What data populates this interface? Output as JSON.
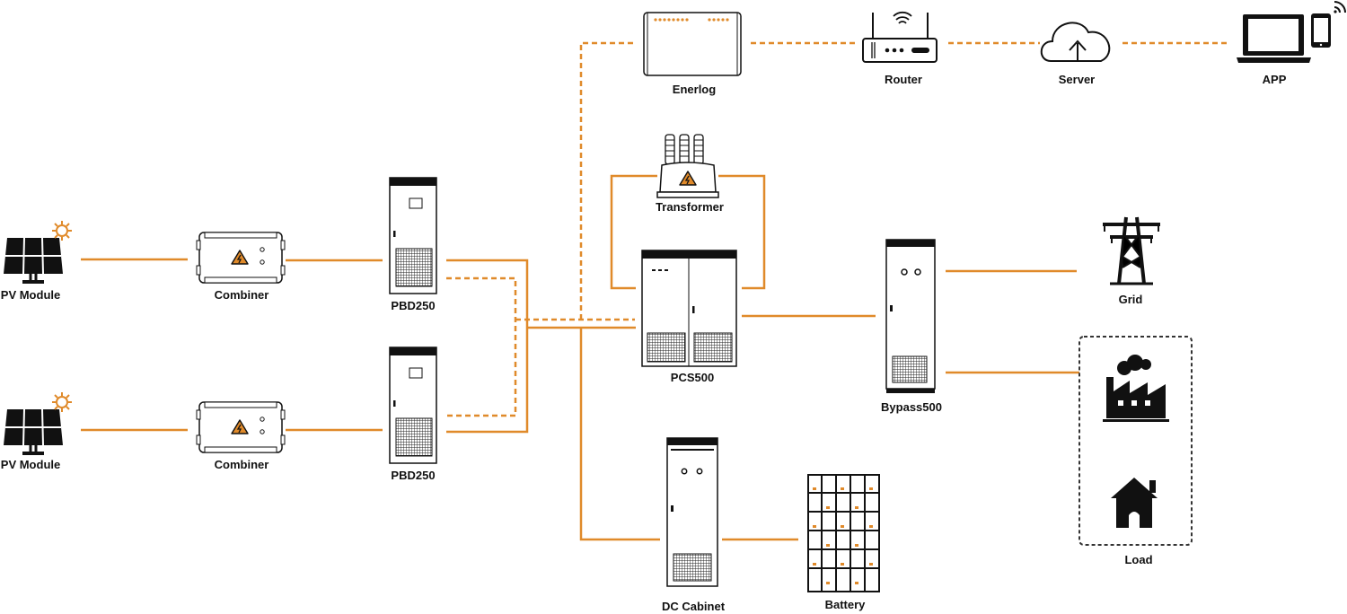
{
  "colors": {
    "accent": "#e08a2a",
    "ink": "#111111",
    "paper": "#ffffff"
  },
  "nodes": {
    "pv_module_1": {
      "label": "PV Module"
    },
    "pv_module_2": {
      "label": "PV Module"
    },
    "combiner_1": {
      "label": "Combiner"
    },
    "combiner_2": {
      "label": "Combiner"
    },
    "pbd250_1": {
      "label": "PBD250"
    },
    "pbd250_2": {
      "label": "PBD250"
    },
    "enerlog": {
      "label": "Enerlog"
    },
    "router": {
      "label": "Router"
    },
    "server": {
      "label": "Server"
    },
    "app": {
      "label": "APP"
    },
    "transformer": {
      "label": "Transformer"
    },
    "pcs500": {
      "label": "PCS500"
    },
    "bypass500": {
      "label": "Bypass500"
    },
    "grid": {
      "label": "Grid"
    },
    "load": {
      "label": "Load"
    },
    "dc_cabinet": {
      "label": "DC Cabinet"
    },
    "battery": {
      "label": "Battery"
    }
  },
  "connections": {
    "power": [
      "PV Module-Combiner",
      "Combiner-PBD250",
      "PBD250-PCS500",
      "PCS500-Transformer",
      "PCS500-Bypass500",
      "Bypass500-Grid",
      "Bypass500-Load",
      "PCS500-DC Cabinet",
      "DC Cabinet-Battery"
    ],
    "communication": [
      "PBD250-Enerlog",
      "Enerlog-Router",
      "Router-Server",
      "Server-APP"
    ]
  }
}
